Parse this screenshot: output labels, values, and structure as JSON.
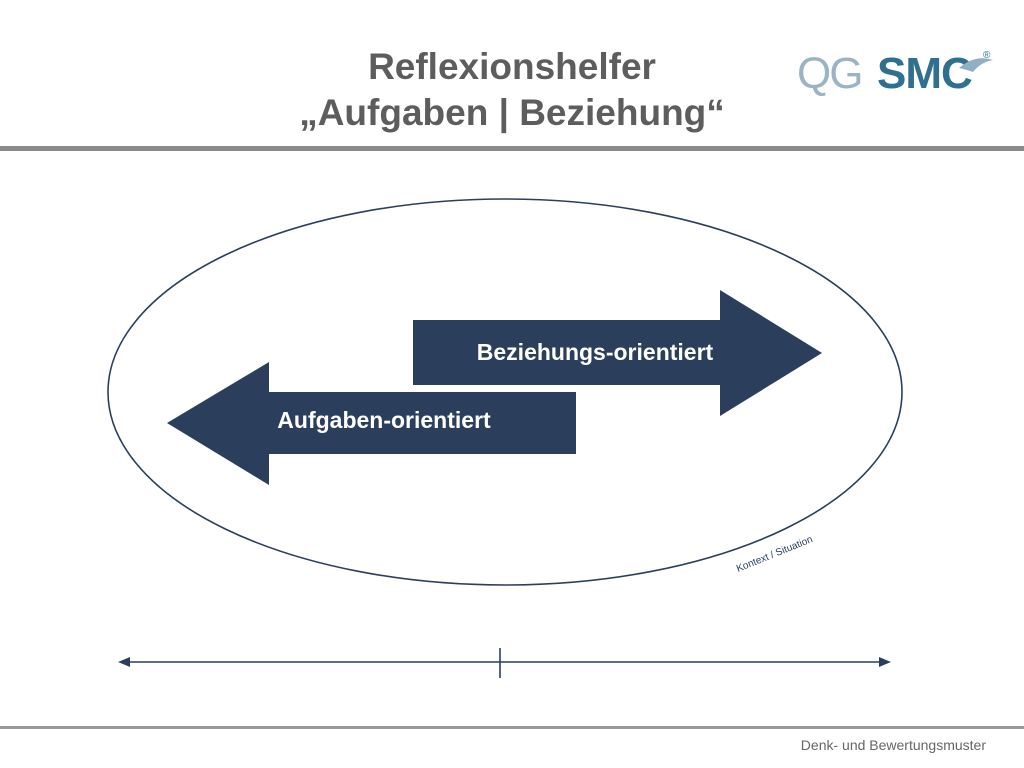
{
  "header": {
    "title_line1": "Reflexionshelfer",
    "title_line2": "„Aufgaben | Beziehung“",
    "logo_text_left": "QG",
    "logo_text_right": "SMC",
    "logo_mark": "®"
  },
  "diagram": {
    "arrow_right_label": "Beziehungs-orientiert",
    "arrow_left_label": "Aufgaben-orientiert",
    "ellipse_label": "Kontext / Situation",
    "arrow_color": "#2b3f5c",
    "outline_color": "#2b3f5c"
  },
  "footer": {
    "text": "Denk- und Bewertungsmuster"
  }
}
